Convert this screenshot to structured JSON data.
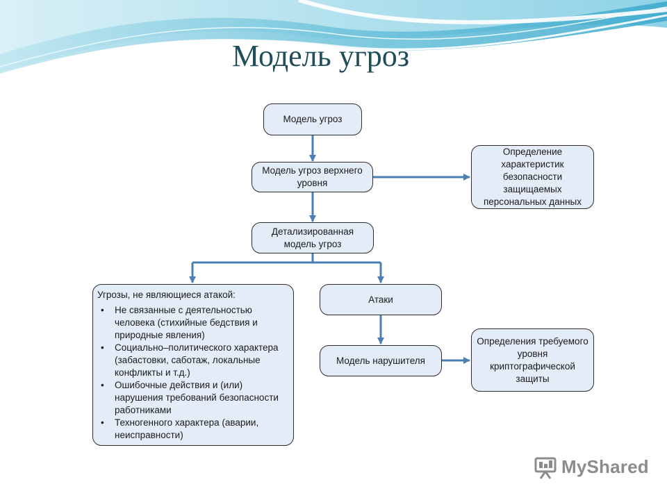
{
  "slide": {
    "title": "Модель угроз"
  },
  "diagram": {
    "nodes": {
      "threat_model": "Модель угроз",
      "top_level_model": "Модель угроз верхнего уровня",
      "security_characteristics": "Определение характеристик безопасности защищаемых персональных данных",
      "detailed_model": "Детализированная модель угроз",
      "non_attack_threats": {
        "heading": "Угрозы, не являющиеся атакой:",
        "items": [
          "Не связанные с деятельностью человека (стихийные бедствия и природные явления)",
          "Социально–политического характера (забастовки, саботаж, локальные конфликты и т.д.)",
          "Ошибочные действия и (или) нарушения  требований безопасности работниками",
          "Техногенного характера (аварии, неисправности)"
        ]
      },
      "attacks": "Атаки",
      "intruder_model": "Модель нарушителя",
      "crypto_protection": "Определения требуемого уровня криптографической защиты"
    }
  },
  "colors": {
    "box_fill": "#e3ecf7",
    "box_border": "#2d2d2d",
    "arrow": "#4a7fb5",
    "title": "#1f4e5a"
  },
  "watermark": {
    "text": "MyShared"
  }
}
